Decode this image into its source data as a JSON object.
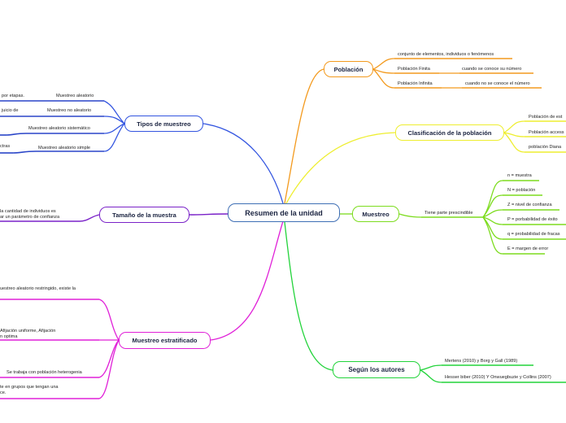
{
  "central": {
    "label": "Resumen de la unidad"
  },
  "branches": {
    "tipos": {
      "label": "Tipos de  muestreo",
      "color": "#3355e0",
      "items": [
        {
          "label": "Muestreo  aleatorio",
          "detail": "por etapas."
        },
        {
          "label": "Muestreo  no  aleatorio",
          "detail": "juicio  de"
        },
        {
          "label": "Muestreo  aleatorio  sistemático",
          "detail": ""
        },
        {
          "label": "Muestreo  aleatorio  simple",
          "detail": "ctras"
        }
      ]
    },
    "tamano": {
      "label": "Tamaño de la muestra",
      "color": "#7a22c8",
      "detail_line1": "la cantidad de individuos es",
      "detail_line2": "ar  un  parámetro de   confianza"
    },
    "estratificado": {
      "label": "Muestreo estratificado",
      "color": "#e020d8",
      "items": [
        {
          "line1": "uestreo  aleatorio restringido, existe  la",
          "line2": ""
        },
        {
          "line1": "Afijación  uniforme, Afijación",
          "line2": "n optima"
        },
        {
          "line1": "Se  trabaja con población  heterogenia",
          "line2": ""
        },
        {
          "line1": "te en grupos que tengan una",
          "line2": "ce."
        }
      ]
    },
    "poblacion": {
      "label": "Población",
      "color": "#f39a1e",
      "items": [
        {
          "label": "conjunto  de  elementos, individuos o fenómenos",
          "detail": ""
        },
        {
          "label": "Población  Finita",
          "detail": "cuando  se conoce su  número"
        },
        {
          "label": "Población  Infinita",
          "detail": "cuando no se conoce el  número"
        }
      ]
    },
    "clasificacion": {
      "label": "Clasificación de la población",
      "color": "#eeee30",
      "items": [
        {
          "label": "Población  de   est"
        },
        {
          "label": "Población  access"
        },
        {
          "label": "población Diana"
        }
      ]
    },
    "muestreo": {
      "label": "Muestreo",
      "color": "#7ddc1f",
      "sub": "Tiene  parte prescindible",
      "items": [
        {
          "label": "n = muestra"
        },
        {
          "label": "N = población"
        },
        {
          "label": "Z = nivel de confianza"
        },
        {
          "label": "P = porbabilidad de  éxito"
        },
        {
          "label": "q = probabilidad  de  fracas"
        },
        {
          "label": "E = margen de error"
        }
      ]
    },
    "autores": {
      "label": "Según los  autores",
      "color": "#22d33a",
      "items": [
        {
          "label": "Mertens (2010)  y  Borg  y Gall (1989)"
        },
        {
          "label": "Hesser  biber  (2010) Y  Onwuegbuzie  y Collins (2007)"
        }
      ]
    }
  }
}
